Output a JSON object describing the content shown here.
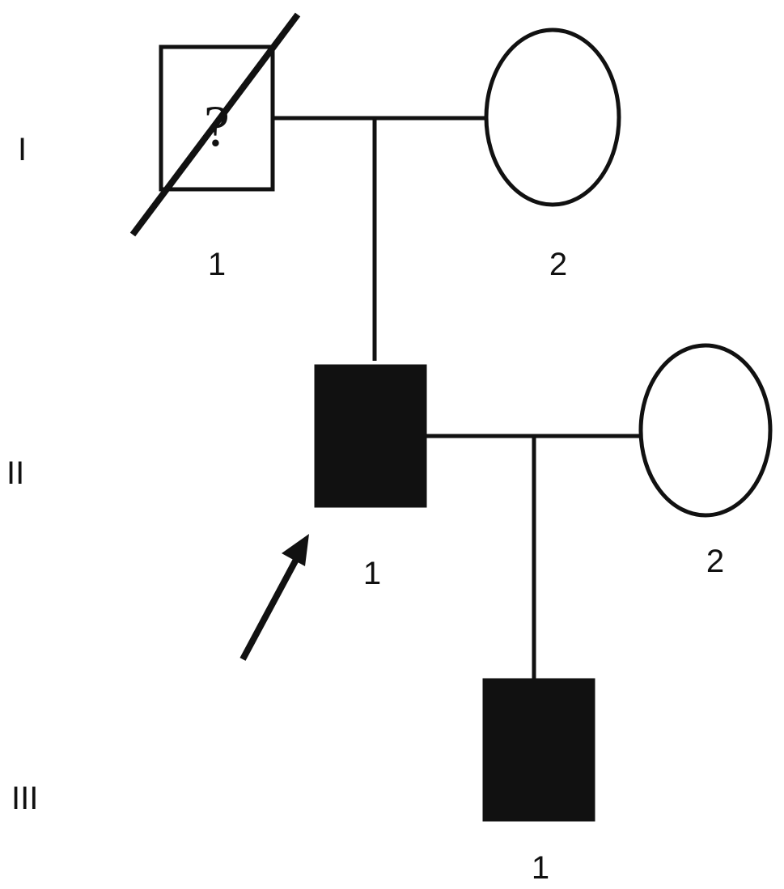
{
  "pedigree": {
    "generations": {
      "gen1": "I",
      "gen2": "II",
      "gen3": "III"
    },
    "individuals": {
      "I_1": {
        "label": "1",
        "sex": "male",
        "affected": false,
        "deceased": true,
        "unknown_marker": "?"
      },
      "I_2": {
        "label": "2",
        "sex": "female",
        "affected": false,
        "deceased": false
      },
      "II_1": {
        "label": "1",
        "sex": "male",
        "affected": true,
        "deceased": false,
        "proband": true
      },
      "II_2": {
        "label": "2",
        "sex": "female",
        "affected": false,
        "deceased": false
      },
      "III_1": {
        "label": "1",
        "sex": "male",
        "affected": true,
        "deceased": false
      }
    },
    "colors": {
      "stroke": "#111111",
      "affected_fill": "#111111",
      "unaffected_fill": "#ffffff"
    }
  }
}
